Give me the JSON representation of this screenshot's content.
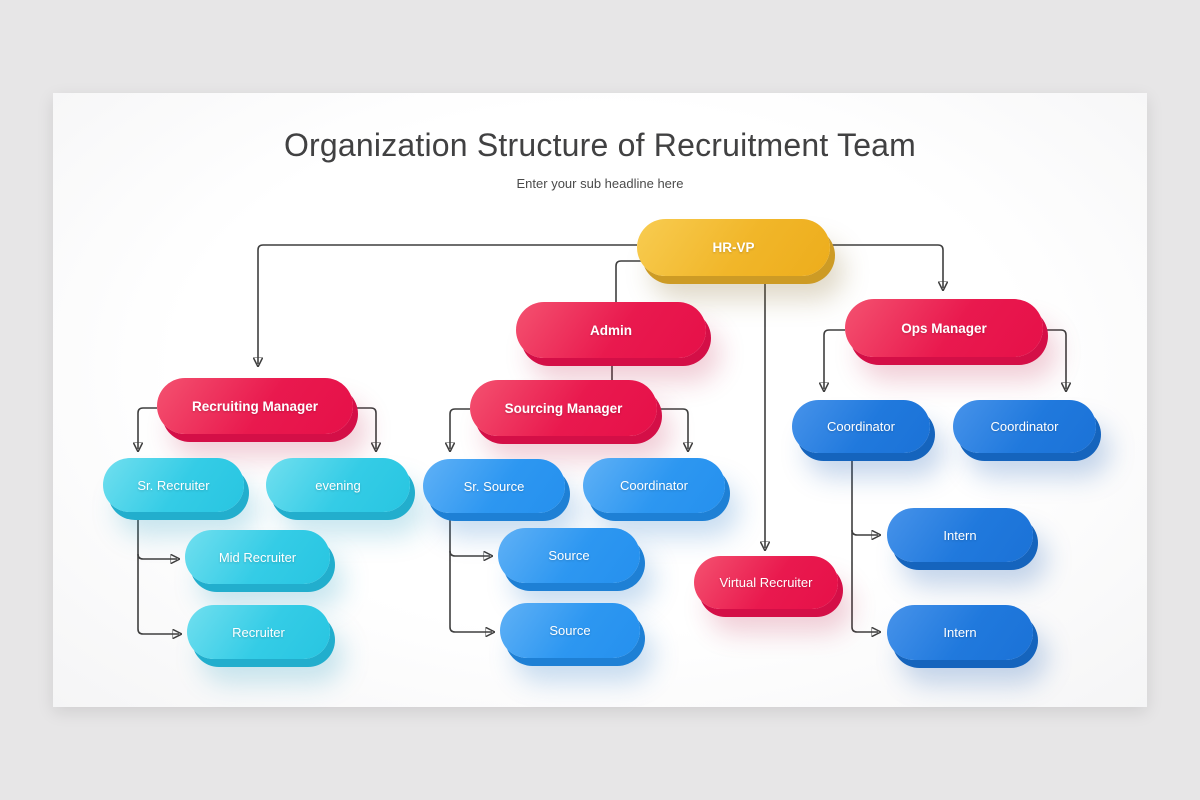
{
  "header": {
    "title": "Organization Structure of Recruitment Team",
    "subtitle": "Enter your sub headline here"
  },
  "palette": {
    "yellow": "#F1B629",
    "red": "#E9194E",
    "cyan": "#34CCE6",
    "blue": "#2D97F1",
    "dark_blue": "#2079DD",
    "connector": "#3F3F3F",
    "slide_background": "#FFFFFF",
    "page_background": "#E7E6E7"
  },
  "nodes": {
    "hr_vp": {
      "label": "HR-VP",
      "color": "yellow",
      "level": "top"
    },
    "admin": {
      "label": "Admin",
      "color": "red",
      "level": "manager"
    },
    "ops_manager": {
      "label": "Ops Manager",
      "color": "red",
      "level": "manager"
    },
    "recruiting_manager": {
      "label": "Recruiting Manager",
      "color": "red",
      "level": "manager"
    },
    "sourcing_manager": {
      "label": "Sourcing Manager",
      "color": "red",
      "level": "manager"
    },
    "sr_recruiter": {
      "label": "Sr. Recruiter",
      "color": "cyan",
      "level": "staff"
    },
    "evening": {
      "label": "evening",
      "color": "cyan",
      "level": "staff"
    },
    "mid_recruiter": {
      "label": "Mid Recruiter",
      "color": "cyan",
      "level": "staff"
    },
    "recruiter": {
      "label": "Recruiter",
      "color": "cyan",
      "level": "staff"
    },
    "sr_source": {
      "label": "Sr. Source",
      "color": "blue",
      "level": "staff"
    },
    "coordinator_center": {
      "label": "Coordinator",
      "color": "blue",
      "level": "staff"
    },
    "source_1": {
      "label": "Source",
      "color": "blue",
      "level": "staff"
    },
    "source_2": {
      "label": "Source",
      "color": "blue",
      "level": "staff"
    },
    "virtual_recruiter": {
      "label": "Virtual Recruiter",
      "color": "red",
      "level": "staff"
    },
    "coordinator_right_1": {
      "label": "Coordinator",
      "color": "dark_blue",
      "level": "staff"
    },
    "coordinator_right_2": {
      "label": "Coordinator",
      "color": "dark_blue",
      "level": "staff"
    },
    "intern_1": {
      "label": "Intern",
      "color": "dark_blue",
      "level": "staff"
    },
    "intern_2": {
      "label": "Intern",
      "color": "dark_blue",
      "level": "staff"
    }
  },
  "edges": [
    {
      "from": "hr_vp",
      "to": "recruiting_manager",
      "arrow": true
    },
    {
      "from": "hr_vp",
      "to": "admin",
      "arrow": false
    },
    {
      "from": "hr_vp",
      "to": "ops_manager",
      "arrow": true
    },
    {
      "from": "hr_vp",
      "to": "virtual_recruiter",
      "arrow": true
    },
    {
      "from": "admin",
      "to": "sourcing_manager",
      "arrow": false
    },
    {
      "from": "recruiting_manager",
      "to": "sr_recruiter",
      "arrow": true
    },
    {
      "from": "recruiting_manager",
      "to": "evening",
      "arrow": true
    },
    {
      "from": "sr_recruiter",
      "to": "mid_recruiter",
      "arrow": true
    },
    {
      "from": "sr_recruiter",
      "to": "recruiter",
      "arrow": true
    },
    {
      "from": "sourcing_manager",
      "to": "sr_source",
      "arrow": true
    },
    {
      "from": "sourcing_manager",
      "to": "coordinator_center",
      "arrow": true
    },
    {
      "from": "sr_source",
      "to": "source_1",
      "arrow": true
    },
    {
      "from": "sr_source",
      "to": "source_2",
      "arrow": true
    },
    {
      "from": "ops_manager",
      "to": "coordinator_right_1",
      "arrow": true
    },
    {
      "from": "ops_manager",
      "to": "coordinator_right_2",
      "arrow": true
    },
    {
      "from": "coordinator_right_1",
      "to": "intern_1",
      "arrow": true
    },
    {
      "from": "coordinator_right_1",
      "to": "intern_2",
      "arrow": true
    }
  ]
}
